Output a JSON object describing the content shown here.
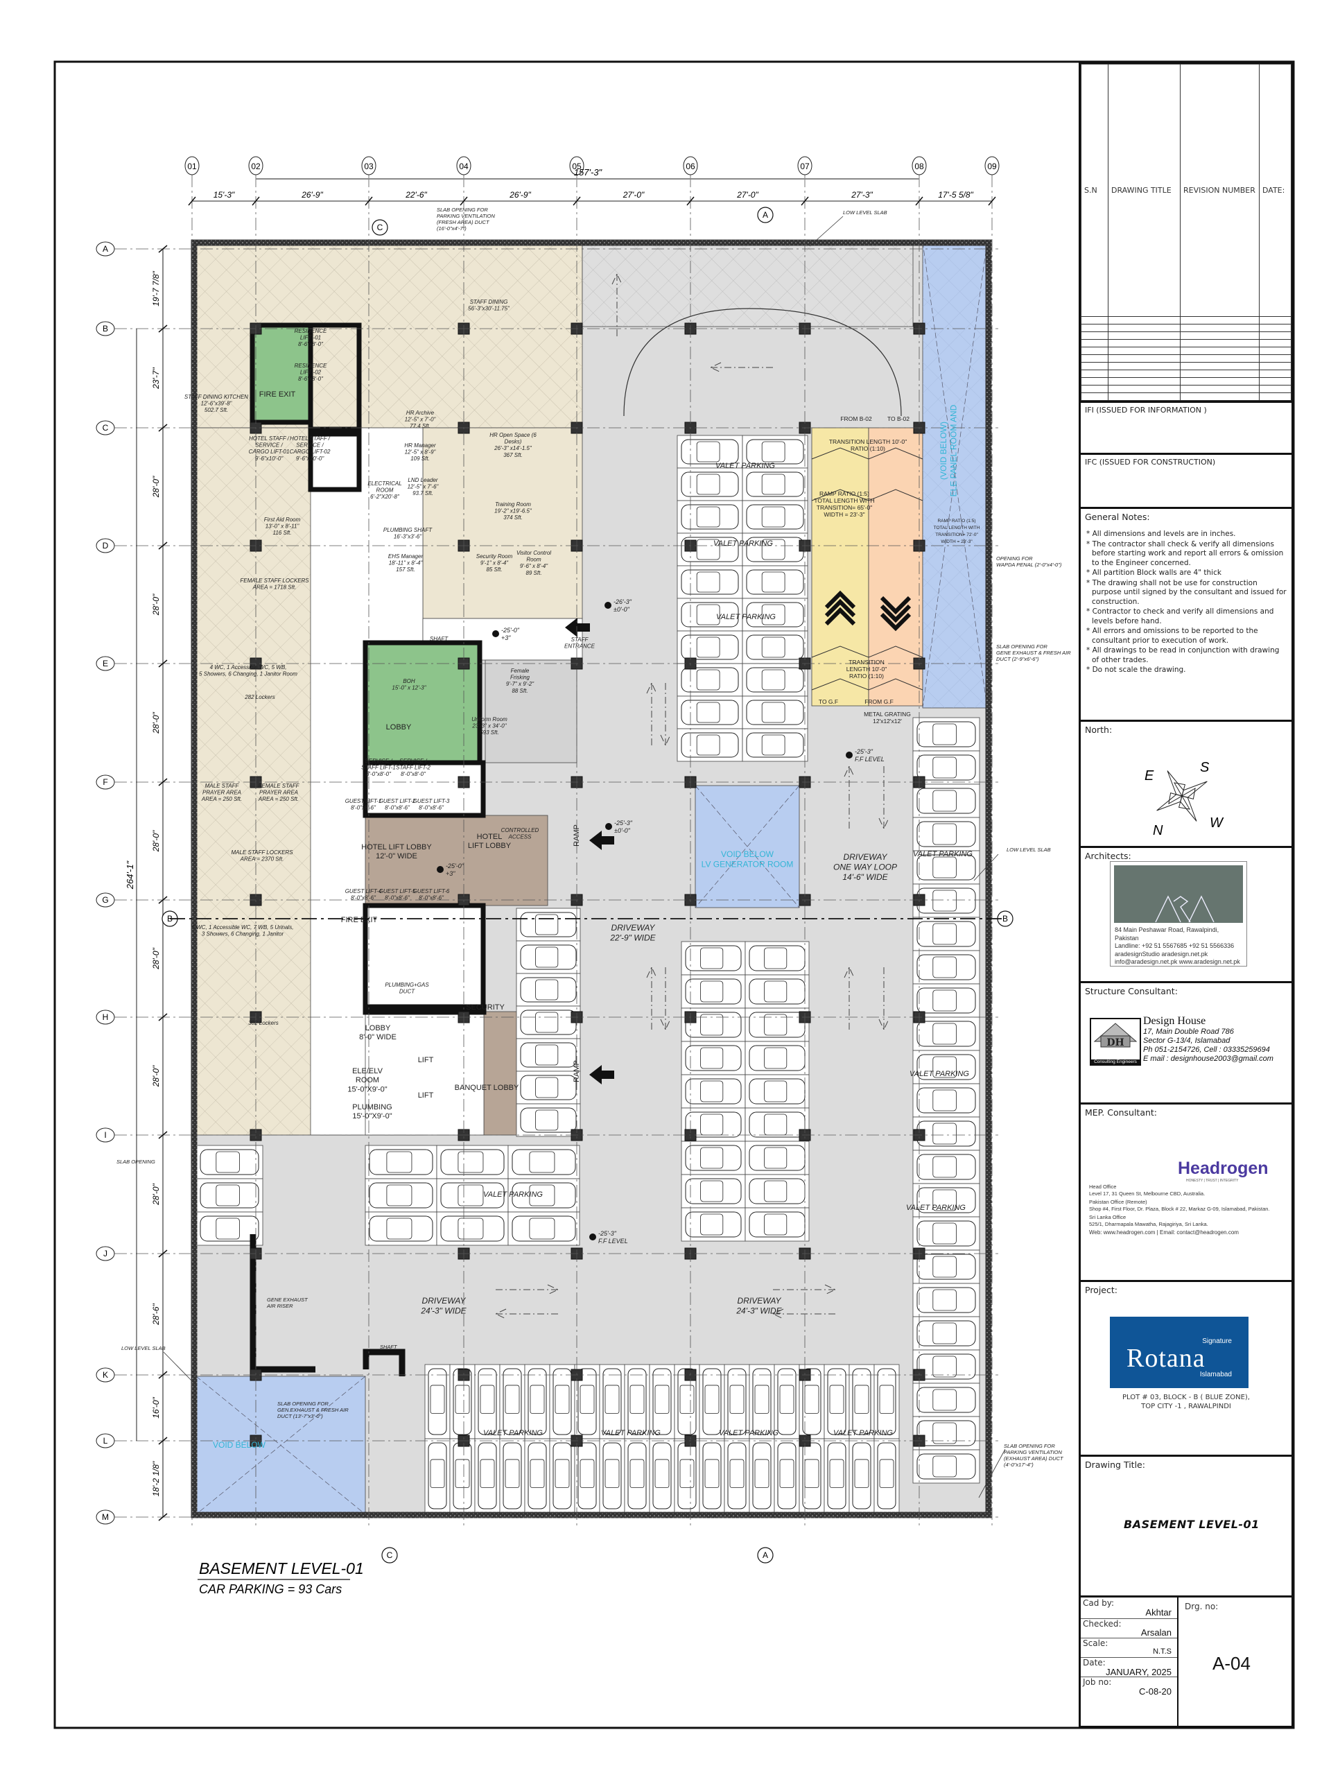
{
  "colors": {
    "staff_area": "#ede6d2",
    "stair_green": "#8dc48b",
    "lobby_brown": "#b7a596",
    "void_blue": "#b8cdf0",
    "ramp_up_yellow": "#f6e7a6",
    "ramp_down_orange": "#fbd4b2",
    "driveway_grey": "#dcdcdc",
    "uniform_grey": "#d3d3d3",
    "void_text_cyan": "#33b5d6"
  },
  "grid": {
    "columns": [
      "01",
      "02",
      "03",
      "04",
      "05",
      "06",
      "07",
      "08",
      "09"
    ],
    "rows": [
      "A",
      "B",
      "C",
      "D",
      "E",
      "F",
      "G",
      "H",
      "I",
      "J",
      "K",
      "L",
      "M"
    ],
    "column_dims": [
      "15'-3\"",
      "26'-9\"",
      "22'-6\"",
      "26'-9\"",
      "27'-0\"",
      "27'-0\"",
      "27'-3\"",
      "17'-5 5/8\""
    ],
    "column_total": "157'-3\"",
    "row_dims": [
      "19'-7 7/8\"",
      "23'-7\"",
      "28'-0\"",
      "28'-0\"",
      "28'-0\"",
      "28'-0\"",
      "28'-0\"",
      "28'-0\"",
      "28'-0\"",
      "28'-6\"",
      "16'-0\"",
      "18'-2 1/8\""
    ],
    "row_total": "264'-1\"",
    "section_markers": [
      "C",
      "A",
      "B"
    ]
  },
  "rooms": [
    {
      "lines": [
        "STAFF DINING KITCHEN",
        "12'-6\"x39'-8\"",
        "502.7 Sft."
      ]
    },
    {
      "lines": [
        "RESIDENCE",
        "LIFT -01",
        "8'-6\"x8'-0\""
      ]
    },
    {
      "lines": [
        "RESIDENCE",
        "LIFT -02",
        "8'-6\"x8'-0\""
      ]
    },
    {
      "lines": [
        "FIRE EXIT"
      ]
    },
    {
      "lines": [
        "HOTEL STAFF /",
        "SERVICE /",
        "CARGO LIFT-01",
        "9'-6\"x10'-0\""
      ]
    },
    {
      "lines": [
        "HOTEL STAFF /",
        "SERVICE /",
        "CARGO LIFT-02",
        "9'-6\"x10'-0\""
      ]
    },
    {
      "lines": [
        "STAFF DINING",
        "56'-3\"x30'-11.75\""
      ]
    },
    {
      "lines": [
        "HR Archive",
        "12'-5\" x 7'-0\"",
        "77.4 Sft."
      ]
    },
    {
      "lines": [
        "HR Manager",
        "12'-5\" x 8'-9\"",
        "109 Sft."
      ]
    },
    {
      "lines": [
        "LND Leader",
        "12'-5\" x 7'-6\"",
        "93.7 Sft."
      ]
    },
    {
      "lines": [
        "HR Open Space (6",
        "Desks)",
        "26'-3\" x14'-1.5\"",
        "367 Sft."
      ]
    },
    {
      "lines": [
        "Training Room",
        "19'-2\" x19'-6.5\"",
        "374 Sft."
      ]
    },
    {
      "lines": [
        "ELECTRICAL",
        "ROOM",
        "6'-2\"X20'-8\""
      ]
    },
    {
      "lines": [
        "PLUMBING SHAFT",
        "16'-3\"x3'-6\""
      ]
    },
    {
      "lines": [
        "EHS Manager",
        "18'-11\" x 8'-4\"",
        "157 Sft."
      ]
    },
    {
      "lines": [
        "Security Room",
        "9'-1\" x 8'-4\"",
        "85 Sft."
      ]
    },
    {
      "lines": [
        "Visitor Control",
        "Room",
        "9'-6\" x 8'-4\"",
        "89 Sft."
      ]
    },
    {
      "lines": [
        "First Aid Room",
        "13'-0\" x 8'-11\"",
        "116 Sft."
      ]
    },
    {
      "lines": [
        "FEMALE STAFF LOCKERS",
        "AREA = 1718 Sft."
      ]
    },
    {
      "lines": [
        "BOH",
        "15'-0\" x 12'-3\""
      ]
    },
    {
      "lines": [
        "LOBBY"
      ]
    },
    {
      "lines": [
        "Female",
        "Frisking",
        "9'-7\" x 9'-2\"",
        "88 Sft."
      ]
    },
    {
      "lines": [
        "Uniform Room",
        "23'-3\" x 34'-0\"",
        "593 Sft."
      ]
    },
    {
      "lines": [
        "SERVICE /",
        "STAFF LIFT-1",
        "8'-0\"x8'-0\""
      ]
    },
    {
      "lines": [
        "SERVICE /",
        "STAFF LIFT-2",
        "8'-0\"x8'-0\""
      ]
    },
    {
      "lines": [
        "GUEST LIFT-1",
        "8'-0\"x8'-6\""
      ]
    },
    {
      "lines": [
        "GUEST LIFT-2",
        "8'-0\"x8'-6\""
      ]
    },
    {
      "lines": [
        "GUEST LIFT-3",
        "8'-0\"x8'-6\""
      ]
    },
    {
      "lines": [
        "MALE STAFF",
        "PRAYER AREA",
        "AREA = 250 Sft."
      ]
    },
    {
      "lines": [
        "FEMALE STAFF",
        "PRAYER AREA",
        "AREA = 250 Sft."
      ]
    },
    {
      "lines": [
        "HOTEL LIFT LOBBY",
        "12'-0\" WIDE"
      ]
    },
    {
      "lines": [
        "HOTEL",
        "LIFT LOBBY"
      ]
    },
    {
      "lines": [
        "CONTROLLED",
        "ACCESS"
      ]
    },
    {
      "lines": [
        "MALE STAFF LOCKERS",
        "AREA = 2370 Sft."
      ]
    },
    {
      "lines": [
        "GUEST LIFT-4",
        "8'-0\"x8'-6\""
      ]
    },
    {
      "lines": [
        "GUEST LIFT-5",
        "8'-0\"x8'-6\""
      ]
    },
    {
      "lines": [
        "GUEST LIFT-6",
        "8'-0\"x8'-6\""
      ]
    },
    {
      "lines": [
        "FIRE EXIT"
      ]
    },
    {
      "lines": [
        "LOBBY",
        "8'-0\" WIDE"
      ]
    },
    {
      "lines": [
        "ELE/ELV",
        "ROOM",
        "15'-0\"X9'-0\""
      ]
    },
    {
      "lines": [
        "PLUMBING",
        "15'-0\"X9'-0\""
      ]
    },
    {
      "lines": [
        "LIFT"
      ]
    },
    {
      "lines": [
        "LIFT"
      ]
    },
    {
      "lines": [
        "SECURITY"
      ]
    },
    {
      "lines": [
        "BANQUET LOBBY"
      ]
    },
    {
      "lines": [
        "STAFF",
        "ENTRANCE"
      ]
    },
    {
      "lines": [
        "4 WC, 1 Accessible WC, 5 WB,",
        "5 Showers, 6 Changing, 1 Janitor Room"
      ]
    },
    {
      "lines": [
        "5 WC, 1 Accessible WC, 7 WB, 5 Urinals,",
        "3 Showers, 6 Changing, 1 Janitor"
      ]
    },
    {
      "lines": [
        "282 Lockers"
      ]
    },
    {
      "lines": [
        "302 Lockers"
      ]
    },
    {
      "lines": [
        "SHAFT"
      ]
    },
    {
      "lines": [
        "PLUMBING+GAS",
        "DUCT"
      ]
    }
  ],
  "parking_labels": [
    {
      "lines": [
        "VALET PARKING"
      ]
    },
    {
      "lines": [
        "VALET PARKING"
      ]
    },
    {
      "lines": [
        "VALET PARKING"
      ]
    },
    {
      "lines": [
        "DRIVEWAY",
        "22'-9\" WIDE"
      ]
    },
    {
      "lines": [
        "DRIVEWAY",
        "ONE WAY LOOP",
        "14'-6\" WIDE"
      ]
    },
    {
      "lines": [
        "VALET PARKING"
      ]
    },
    {
      "lines": [
        "VALET PARKING"
      ]
    },
    {
      "lines": [
        "VALET PARKING"
      ]
    },
    {
      "lines": [
        "VALET PARKING"
      ]
    },
    {
      "lines": [
        "DRIVEWAY",
        "24'-3\" WIDE"
      ]
    },
    {
      "lines": [
        "DRIVEWAY",
        "24'-3\" WIDE"
      ]
    },
    {
      "lines": [
        "VALET PARKING"
      ]
    },
    {
      "lines": [
        "VALET PARKING"
      ]
    },
    {
      "lines": [
        "VALET PARKING"
      ]
    },
    {
      "lines": [
        "VALET PARKING"
      ]
    },
    {
      "lines": [
        "RAMP"
      ]
    },
    {
      "lines": [
        "RAMP"
      ]
    }
  ],
  "void_labels": [
    {
      "lines": [
        "VOID BELOW",
        "LV GENERATOR ROOM"
      ]
    },
    {
      "lines": [
        "VOID BELOW"
      ]
    },
    {
      "lines": [
        "(VOID BELOW)",
        "ELE PANEL ROOM AND"
      ]
    }
  ],
  "ramp": {
    "from_b02": "FROM B-02",
    "to_b02": "TO B-02",
    "transition_top": [
      "TRANSITION LENGTH 10'-0\"",
      "RATIO (1:10)"
    ],
    "ramp_ratio": [
      "RAMP RATIO (1:5)",
      "TOTAL LENGTH  WITH",
      "TRANSITION= 65'-0\"",
      "WIDTH = 23'-3\""
    ],
    "transition_bottom": [
      "TRANSITION",
      "LENGTH 10'-0\"",
      "RATIO (1:10)"
    ],
    "to_gf": "TO G.F",
    "from_gf": "FROM G.F",
    "metal_grating": [
      "METAL GRATING",
      "12'x12'x12'"
    ],
    "ramp_ratio_2": [
      "RAMP RATIO (1:5)",
      "TOTAL LENGTH WITH",
      "TRANSITION= 72'-0\"",
      "WIDTH = 23'-3\""
    ]
  },
  "levels": [
    {
      "lines": [
        "-25'-3\"",
        "F.F LEVEL"
      ]
    },
    {
      "lines": [
        "-25'-3\"",
        "±0'-0\""
      ]
    },
    {
      "lines": [
        "-25'-0\"",
        "+3\""
      ]
    },
    {
      "lines": [
        "-25'-0\"",
        "+3\""
      ]
    },
    {
      "lines": [
        "-25'-3\"",
        "F.F LEVEL"
      ]
    },
    {
      "lines": [
        "-26'-3\"",
        "±0'-0\""
      ]
    }
  ],
  "annotations": [
    {
      "lines": [
        "SLAB OPENING FOR",
        "PARKING VENTILATION",
        "(FRESH AREA) DUCT",
        "(16'-0\"x4'-7\")"
      ]
    },
    {
      "lines": [
        "LOW LEVEL SLAB"
      ]
    },
    {
      "lines": [
        "OPENING FOR",
        "WAPDA PENAL  (2'-0\"x4'-0\")"
      ]
    },
    {
      "lines": [
        "SLAB OPENING FOR",
        "GENE EXHAUST & FRESH AIR",
        "DUCT (2'-9\"x6'-6\")"
      ]
    },
    {
      "lines": [
        "LOW LEVEL SLAB"
      ]
    },
    {
      "lines": [
        "SLAB OPENING"
      ]
    },
    {
      "lines": [
        "GENE EXHAUST",
        "AIR RISER"
      ]
    },
    {
      "lines": [
        "LOW LEVEL SLAB"
      ]
    },
    {
      "lines": [
        "SLAB OPENING FOR",
        "GEN.EXHAUST & FRESH AIR",
        "DUCT (13'-7\"x3'-0\")"
      ]
    },
    {
      "lines": [
        "SLAB OPENING FOR",
        "PARKING VENTILATION",
        "(EXHAUST AREA) DUCT",
        "(4'-0\"x17'-4\")"
      ]
    },
    {
      "lines": [
        "SHAFT"
      ]
    }
  ],
  "plan_title": {
    "title": "BASEMENT LEVEL-01",
    "subtitle": "CAR PARKING = 93 Cars"
  },
  "title_block": {
    "revision_headers": [
      "S.N",
      "DRAWING TITLE",
      "REVISION NUMBER",
      "DATE:"
    ],
    "ifi": "IFI  (ISSUED FOR INFORMATION )",
    "ifc": "IFC  (ISSUED FOR CONSTRUCTION)",
    "general_notes_label": "General Notes:",
    "general_notes": [
      "* All dimensions and levels are in inches.",
      "* The contractor shall check & verify all dimensions before starting  work and report all errors & omission to the Engineer concerned.",
      "* All partition Block walls are 4\" thick",
      "* The drawing shall not be use for construction purpose until signed by the consultant and issued for construction.",
      "* Contractor to check and verify all dimensions and levels before hand.",
      "* All errors and omissions to be reported to the consultant prior to execution of work.",
      "* All drawings to be read in conjunction with drawing of  other  trades.",
      "* Do not scale the drawing."
    ],
    "north_label": "North:",
    "compass": [
      "E",
      "S",
      "N",
      "W"
    ],
    "architects_label": "Architects:",
    "architect": {
      "logo_text": "ARA",
      "address": "84 Main Peshawar Road, Rawalpindi, Pakistan",
      "landline": "Landline:  +92 51 5567685    +92 51 5566336",
      "social": "aradesignStudio      aradesign.net.pk",
      "web": "info@aradesign.net.pk    www.aradesign.net.pk"
    },
    "structure_label": "Structure Consultant:",
    "structure": {
      "logo_text": "DH",
      "logo_caption": "Consulting Engineers",
      "name": "Design House",
      "address1": "17, Main Double Road 786",
      "address2": "Sector G-13/4, Islamabad",
      "phone": "Ph   051-2154726, Cell : 03335259694",
      "email": "E mail : designhouse2003@gmail.com"
    },
    "mep_label": "MEP. Consultant:",
    "mep": {
      "logo_text": "Headrogen",
      "tagline": "HONESTY | TRUST | INTEGRITY",
      "head_office": "Head Office",
      "head_address": "Level 17, 31 Queen St, Melbourne CBD, Australia.",
      "pk_office": "Pakistan Office (Remote)",
      "pk_address": "Shop #4, First Floor, Dr. Plaza, Block # 22, Markaz G-09, Islamabad, Pakistan.",
      "lk_office": "Sri Lanka Office",
      "lk_address": "525/1, Dharmapala Mawatha, Rajagiriya, Sri Lanka.",
      "contact": "Web: www.headrogen.com | Email: contact@headrogen.com"
    },
    "project_label": "Project:",
    "project": {
      "logo_top": "Signature",
      "logo_main": "Rotana",
      "logo_bottom": "Islamabad",
      "address1": "PLOT # 03, BLOCK - B ( BLUE ZONE),",
      "address2": "TOP CITY -1 , RAWALPINDI"
    },
    "drawing_title_label": "Drawing Title:",
    "drawing_title": "BASEMENT LEVEL-01",
    "cad_by_label": "Cad by:",
    "cad_by": "Akhtar",
    "checked_label": "Checked:",
    "checked": "Arsalan",
    "scale_label": "Scale:",
    "scale": "N.T.S",
    "date_label": "Date:",
    "date": "JANUARY, 2025",
    "job_label": "Job no:",
    "job": "C-08-20",
    "drg_label": "Drg. no:",
    "drg": "A-04"
  }
}
